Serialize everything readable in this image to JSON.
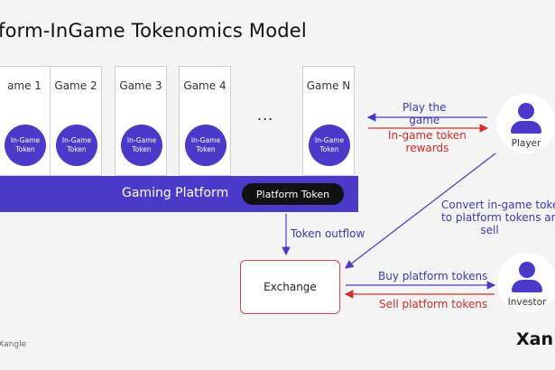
{
  "title": "form-InGame Tokenomics Model",
  "games": [
    {
      "label": "ame 1",
      "token": [
        "In-Game",
        "Token"
      ]
    },
    {
      "label": "Game 2",
      "token": [
        "In-Game",
        "Token"
      ]
    },
    {
      "label": "Game 3",
      "token": [
        "In-Game",
        "Token"
      ]
    },
    {
      "label": "Game 4",
      "token": [
        "In-Game",
        "Token"
      ]
    },
    {
      "label": "Game N",
      "token": [
        "In-Game",
        "Token"
      ]
    }
  ],
  "ellipsis": "...",
  "platform": {
    "label": "Gaming Platform",
    "token_label": "Platform Token"
  },
  "exchange": "Exchange",
  "player": "Player",
  "investor": "Investor",
  "flows": {
    "play_line1": "Play the",
    "play_line2": "game",
    "reward_line1": "In-game token",
    "reward_line2": "rewards",
    "outflow": "Token outflow",
    "convert_line1": "Convert in-game toker",
    "convert_line2": "to platform tokens an",
    "convert_line3": "sell",
    "buy": "Buy platform tokens",
    "sell": "Sell platform tokens"
  },
  "colors": {
    "accent": "#4b39c9",
    "red": "#d42b2b",
    "blue_text": "#3b3bb0"
  },
  "footer": {
    "left": "Xangle",
    "right": "Xan"
  }
}
